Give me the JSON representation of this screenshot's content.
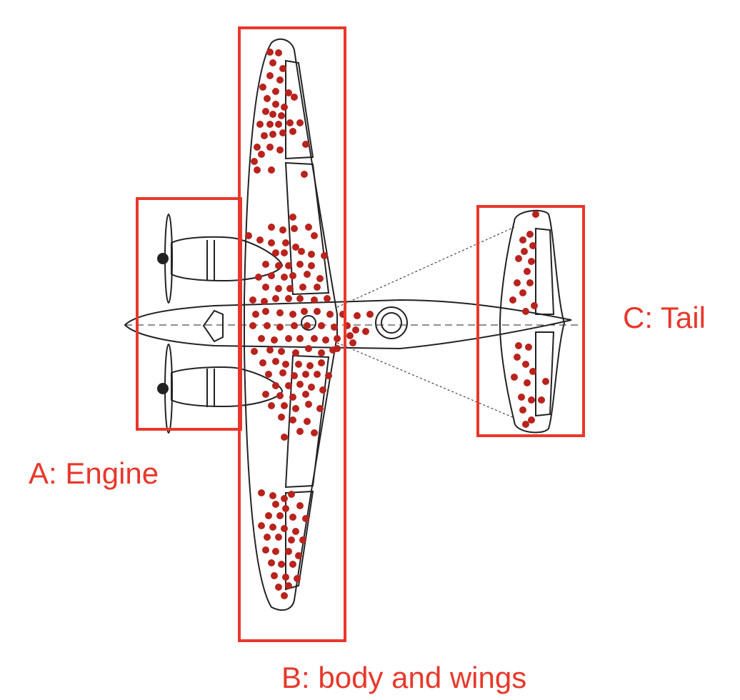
{
  "labels": {
    "engine": "A: Engine",
    "body_wings": "B: body and wings",
    "tail": "C: Tail"
  },
  "colors": {
    "box": "#e8372a",
    "label": "#e8372a",
    "hit_marker": "#b8231d",
    "line_art": "#222222"
  },
  "regions": [
    {
      "id": "engine",
      "label": "A: Engine"
    },
    {
      "id": "body_wings",
      "label": "B: body and wings"
    },
    {
      "id": "tail",
      "label": "C: Tail"
    }
  ]
}
